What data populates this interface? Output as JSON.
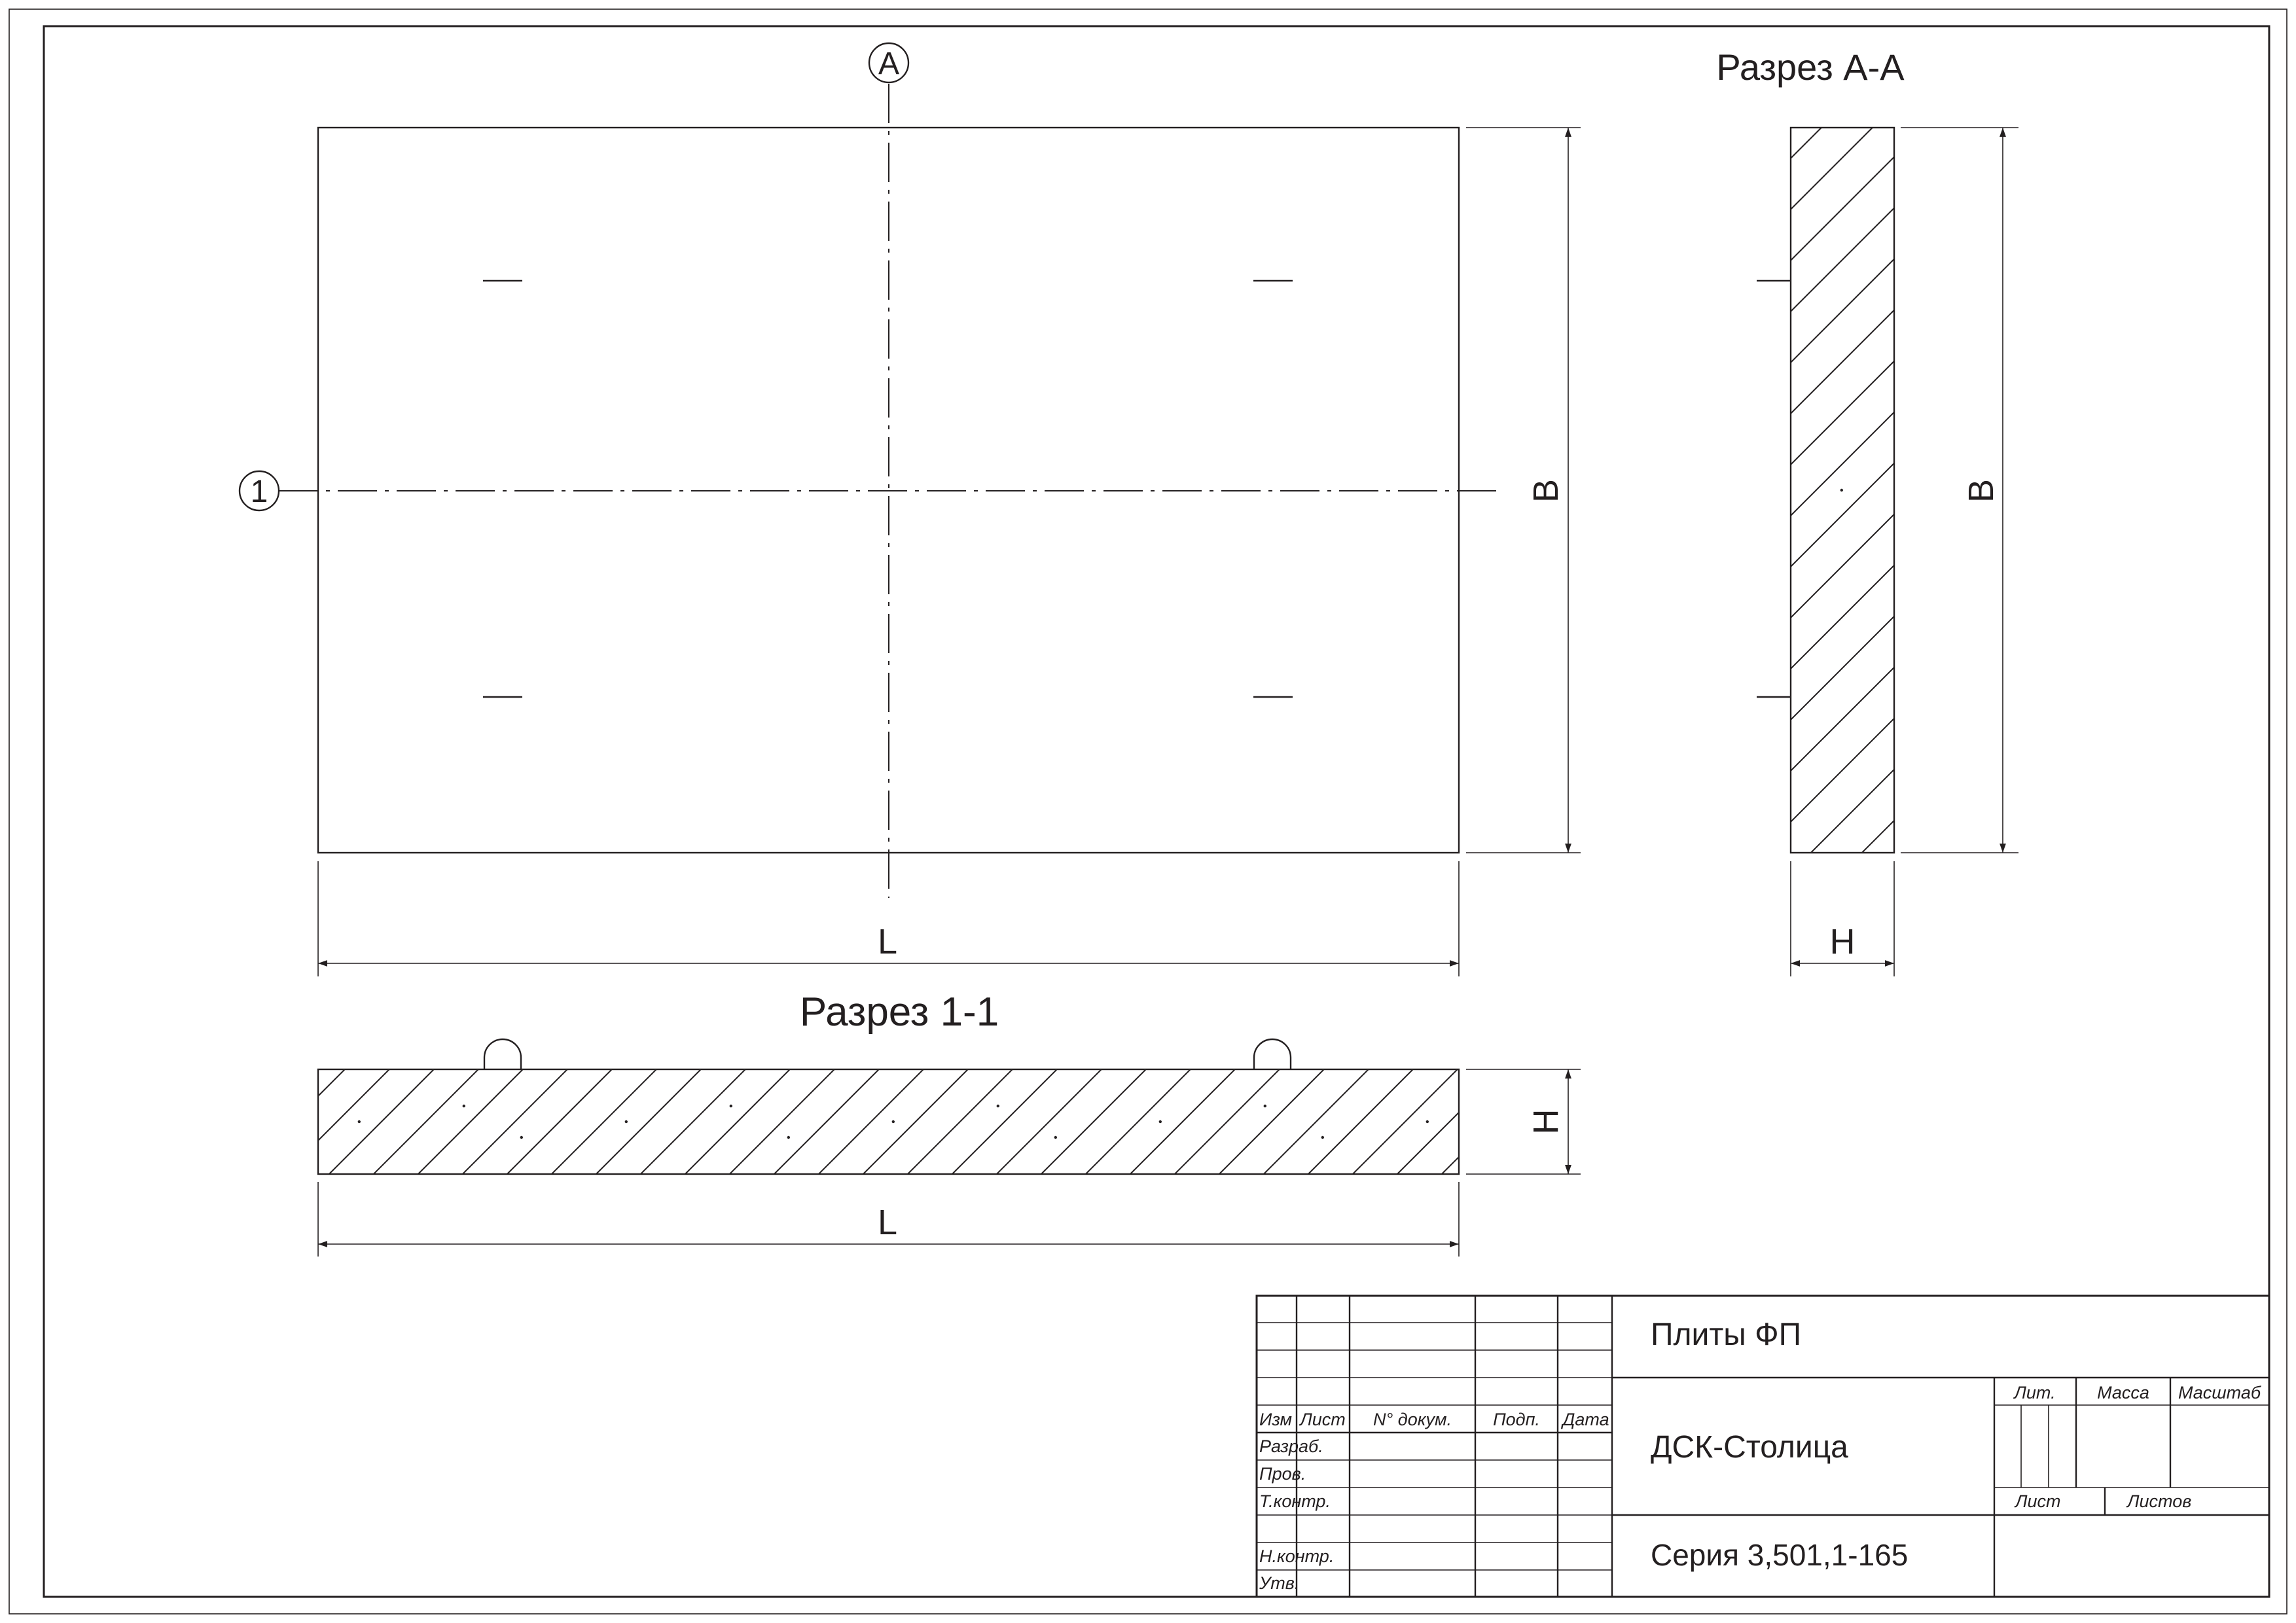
{
  "plan": {
    "marker_a": "A",
    "marker_1": "1",
    "dim_l": "L",
    "dim_b": "B"
  },
  "section_aa": {
    "title": "Разрез А-А",
    "dim_b": "B",
    "dim_h": "H"
  },
  "section_11": {
    "title": "Разрез 1-1",
    "dim_h": "H",
    "dim_l": "L"
  },
  "title_block": {
    "name": "Плиты ФП",
    "org": "ДСК-Столица",
    "series": "Серия 3,501,1-165",
    "col_izm": "Изм",
    "col_list": "Лист",
    "col_doc": "N° докум.",
    "col_sign": "Подп.",
    "col_date": "Дата",
    "row_razrab": "Разраб.",
    "row_prov": "Пров.",
    "row_tkontr": "Т.контр.",
    "row_nkontr": "Н.контр.",
    "row_utv": "Утв.",
    "lit": "Лит.",
    "mass": "Масса",
    "scale": "Масштаб",
    "sheet": "Лист",
    "sheets": "Листов"
  }
}
